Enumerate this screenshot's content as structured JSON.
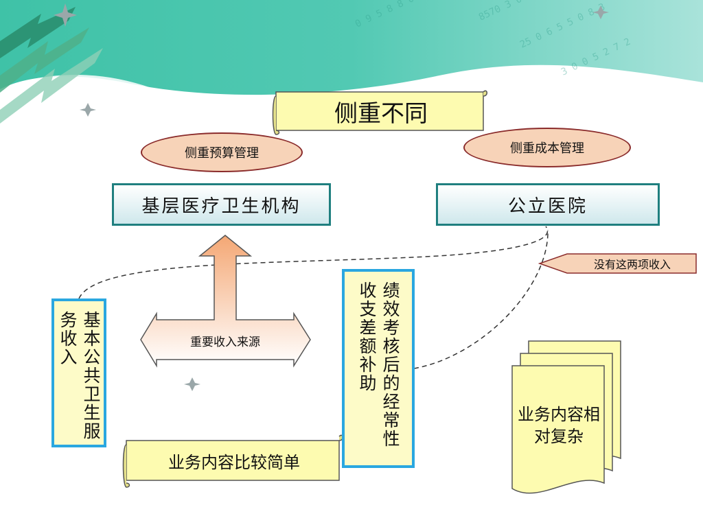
{
  "title": "侧重不同",
  "focus_left": "侧重预算管理",
  "focus_right": "侧重成本管理",
  "box_left": "基层医疗卫生机构",
  "box_right": "公立医院",
  "callout": "没有这两项收入",
  "arrow_label": "重要收入来源",
  "vertical_left": "基本公共卫生服务收入",
  "vertical_mid": "绩效考核后的经常性收支差额补助",
  "scroll_bottom": "业务内容比较简单",
  "doc_text": "业务内容相对复杂",
  "colors": {
    "teal": "#1f7f7f",
    "accent_blue": "#2aa7e0",
    "cream": "#fdfbc8",
    "peach": "#f7d3b8"
  }
}
